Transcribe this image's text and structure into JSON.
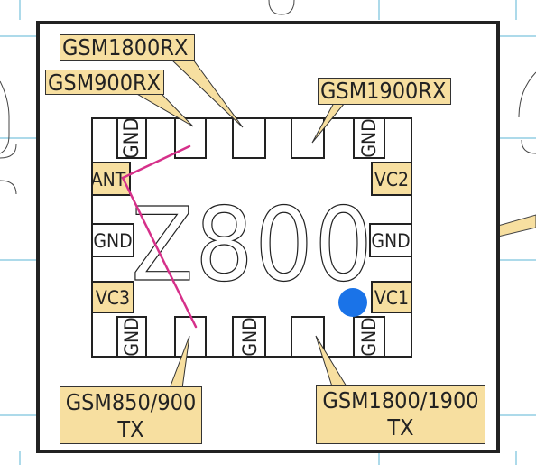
{
  "chip": {
    "marking": "Z800",
    "pins": {
      "ant": "ANT",
      "gnd": "GND",
      "vc1": "VC1",
      "vc2": "VC2",
      "vc3": "VC3"
    }
  },
  "callouts": {
    "gsm1800rx": "GSM1800RX",
    "gsm900rx": "GSM900RX",
    "gsm1900rx": "GSM1900RX",
    "gsm850_900tx": {
      "line1": "GSM850/900",
      "line2": "TX"
    },
    "gsm1800_1900tx": {
      "line1": "GSM1800/1900",
      "line2": "TX"
    }
  },
  "colors": {
    "pad_fill": "#f7dfa0",
    "trace": "#d6308a",
    "marker": "#1a73e8",
    "grid": "#5bb6d6",
    "outline": "#222222"
  }
}
